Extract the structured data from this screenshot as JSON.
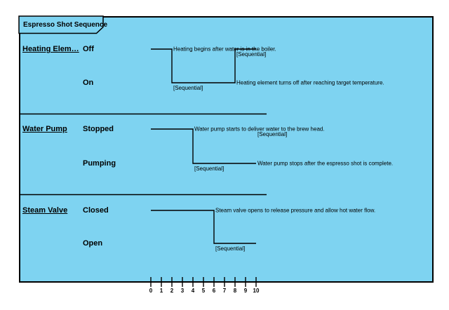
{
  "title": "Espresso Shot Sequence",
  "colors": {
    "background": "#ffffff",
    "frame_fill": "#7ed3f1",
    "line": "#000000",
    "text": "#000000"
  },
  "axis": {
    "t_start": 0,
    "t_end": 10,
    "tick_labels": [
      "0",
      "1",
      "2",
      "3",
      "4",
      "5",
      "6",
      "7",
      "8",
      "9",
      "10"
    ]
  },
  "lifelines": [
    {
      "name": "Heating Elem…",
      "states": [
        "Off",
        "On"
      ],
      "transitions": [
        {
          "t": 0,
          "state": 0
        },
        {
          "t": 2,
          "state": 1
        },
        {
          "t": 8,
          "state": 0
        }
      ],
      "messages": [
        {
          "t": 2,
          "state": 0,
          "text": "Heating begins after water is in the boiler."
        },
        {
          "t": 8,
          "state": 1,
          "text": "Heating element turns off after reaching target temperature."
        }
      ],
      "constraints": [
        {
          "t": 8,
          "state": 0,
          "label": "[Sequential]"
        },
        {
          "t": 2,
          "state": 1,
          "label": "[Sequential]"
        }
      ]
    },
    {
      "name": "Water Pump",
      "states": [
        "Stopped",
        "Pumping"
      ],
      "transitions": [
        {
          "t": 0,
          "state": 0
        },
        {
          "t": 4,
          "state": 1
        }
      ],
      "messages": [
        {
          "t": 4,
          "state": 0,
          "text": "Water pump starts to deliver water to the brew head."
        },
        {
          "t": 10,
          "state": 1,
          "text": "Water pump stops after the espresso shot is complete."
        }
      ],
      "constraints": [
        {
          "t": 10,
          "state": 0,
          "label": "[Sequential]"
        },
        {
          "t": 4,
          "state": 1,
          "label": "[Sequential]"
        }
      ]
    },
    {
      "name": "Steam Valve",
      "states": [
        "Closed",
        "Open"
      ],
      "transitions": [
        {
          "t": 0,
          "state": 0
        },
        {
          "t": 6,
          "state": 1
        }
      ],
      "messages": [
        {
          "t": 6,
          "state": 0,
          "text": "Steam valve opens to release pressure and allow hot water flow."
        }
      ],
      "constraints": [
        {
          "t": 6,
          "state": 1,
          "label": "[Sequential]"
        }
      ]
    }
  ]
}
